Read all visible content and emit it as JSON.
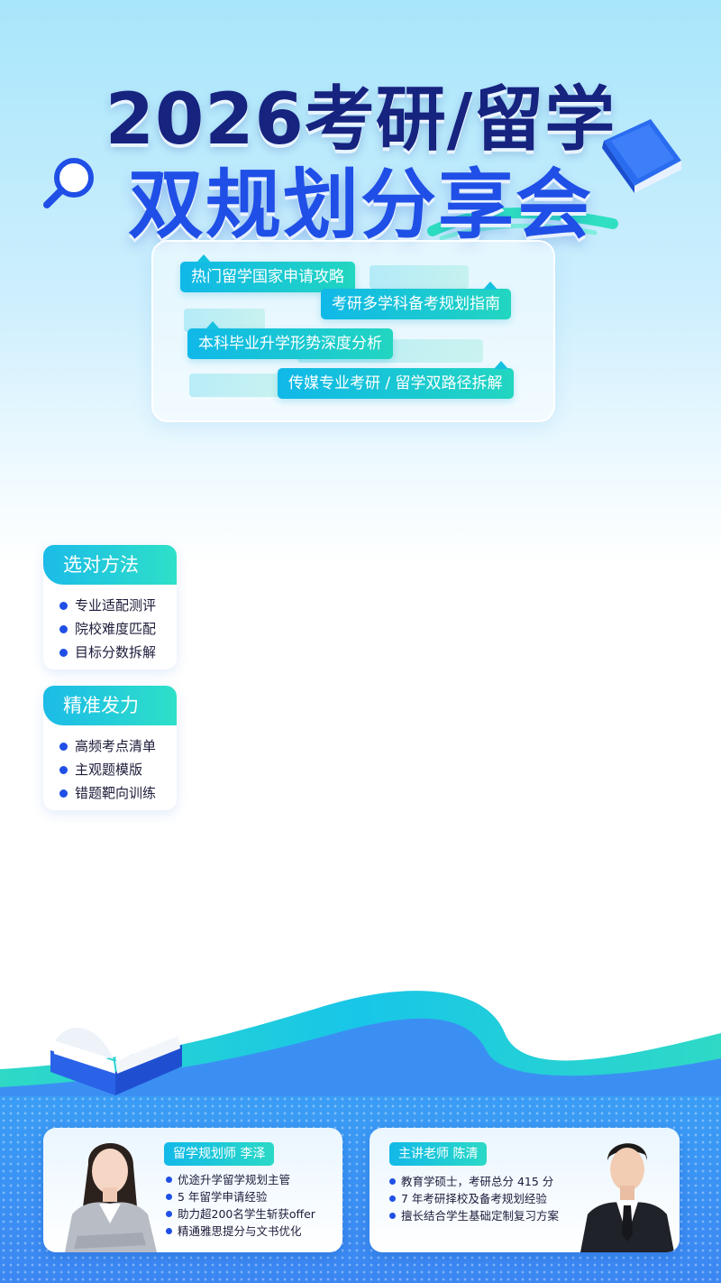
{
  "header": {
    "title_line1": "2026考研/留学",
    "title_line2": "双规划分享会"
  },
  "topics": [
    "热门留学国家申请攻略",
    "考研多学科备考规划指南",
    "本科毕业升学形势深度分析",
    "传媒专业考研 / 留学双路径拆解"
  ],
  "cards": [
    {
      "heading": "选对方法",
      "items": [
        "专业适配测评",
        "院校难度匹配",
        "目标分数拆解"
      ]
    },
    {
      "heading": "精准发力",
      "items": [
        "高频考点清单",
        "主观题模版",
        "错题靶向训练"
      ]
    }
  ],
  "teachers": [
    {
      "name": "留学规划师 李泽",
      "items": [
        "优途升学留学规划主管",
        "5 年留学申请经验",
        "助力超200名学生斩获offer",
        "精通雅思提分与文书优化"
      ]
    },
    {
      "name": "主讲老师 陈清",
      "items": [
        "教育学硕士，考研总分 415 分",
        "7 年考研择校及备考规划经验",
        "擅长结合学生基础定制复习方案"
      ]
    }
  ],
  "colors": {
    "title_dark": "#16237f",
    "title_blue": "#1f4fe6",
    "accent_teal": "#22d6c0",
    "accent_cyan": "#10b8e8"
  },
  "icons": [
    "magnifier-icon",
    "book-icon",
    "open-book-icon",
    "bullet-dot-icon"
  ]
}
